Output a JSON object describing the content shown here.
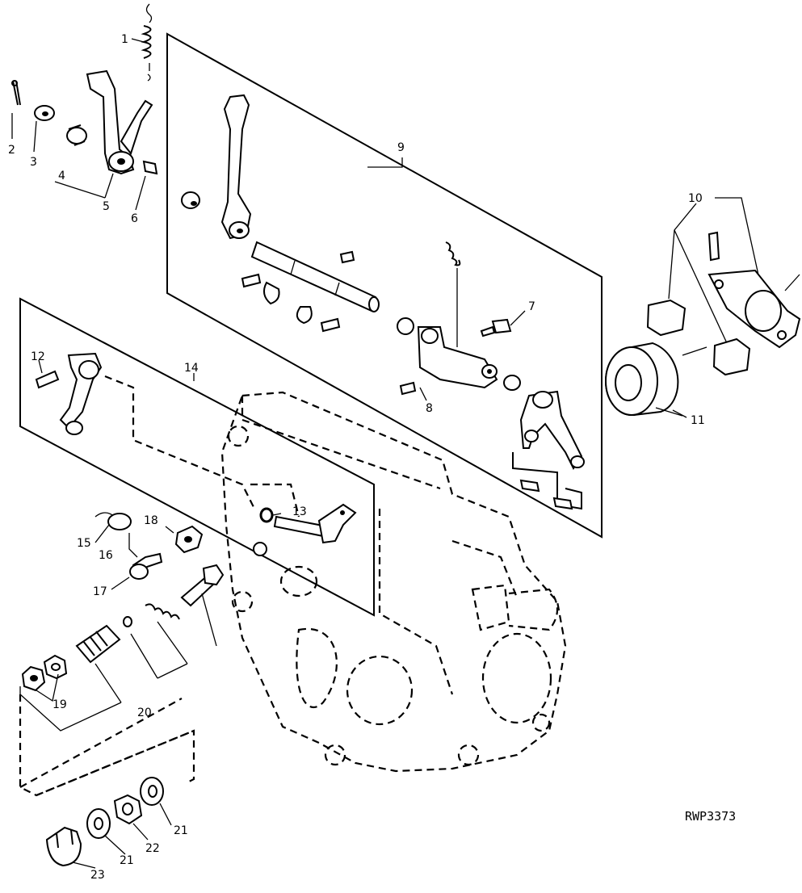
{
  "figure_id": "RWP3373",
  "callouts": [
    "1",
    "2",
    "3",
    "4",
    "5",
    "6",
    "7",
    "8",
    "9",
    "10",
    "11",
    "12",
    "13",
    "14",
    "15",
    "16",
    "17",
    "18",
    "19",
    "20",
    "21",
    "21",
    "22",
    "23"
  ]
}
